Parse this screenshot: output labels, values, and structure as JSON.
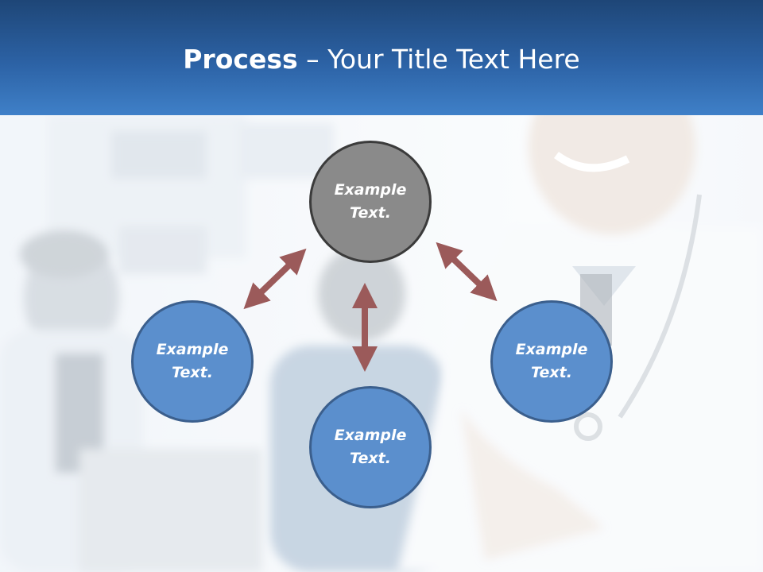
{
  "slide": {
    "title_bold": "Process",
    "title_rest": " – Your Title Text Here"
  },
  "nodes": {
    "top": "Example\nText.",
    "left": "Example\nText.",
    "bottom": "Example\nText.",
    "right": "Example\nText."
  },
  "colors": {
    "header": "#2c62a5",
    "node_blue": "#5b8fcd",
    "node_grey": "#8a8a8a",
    "arrow": "#9b5a5a"
  }
}
